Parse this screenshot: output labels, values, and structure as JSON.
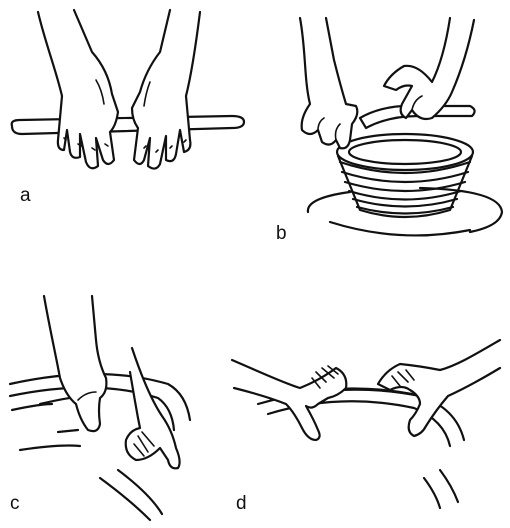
{
  "panels": [
    {
      "id": "a",
      "label": "a"
    },
    {
      "id": "b",
      "label": "b"
    },
    {
      "id": "c",
      "label": "c"
    },
    {
      "id": "d",
      "label": "d"
    }
  ],
  "colors": {
    "ink": "#111111",
    "background": "#ffffff"
  }
}
